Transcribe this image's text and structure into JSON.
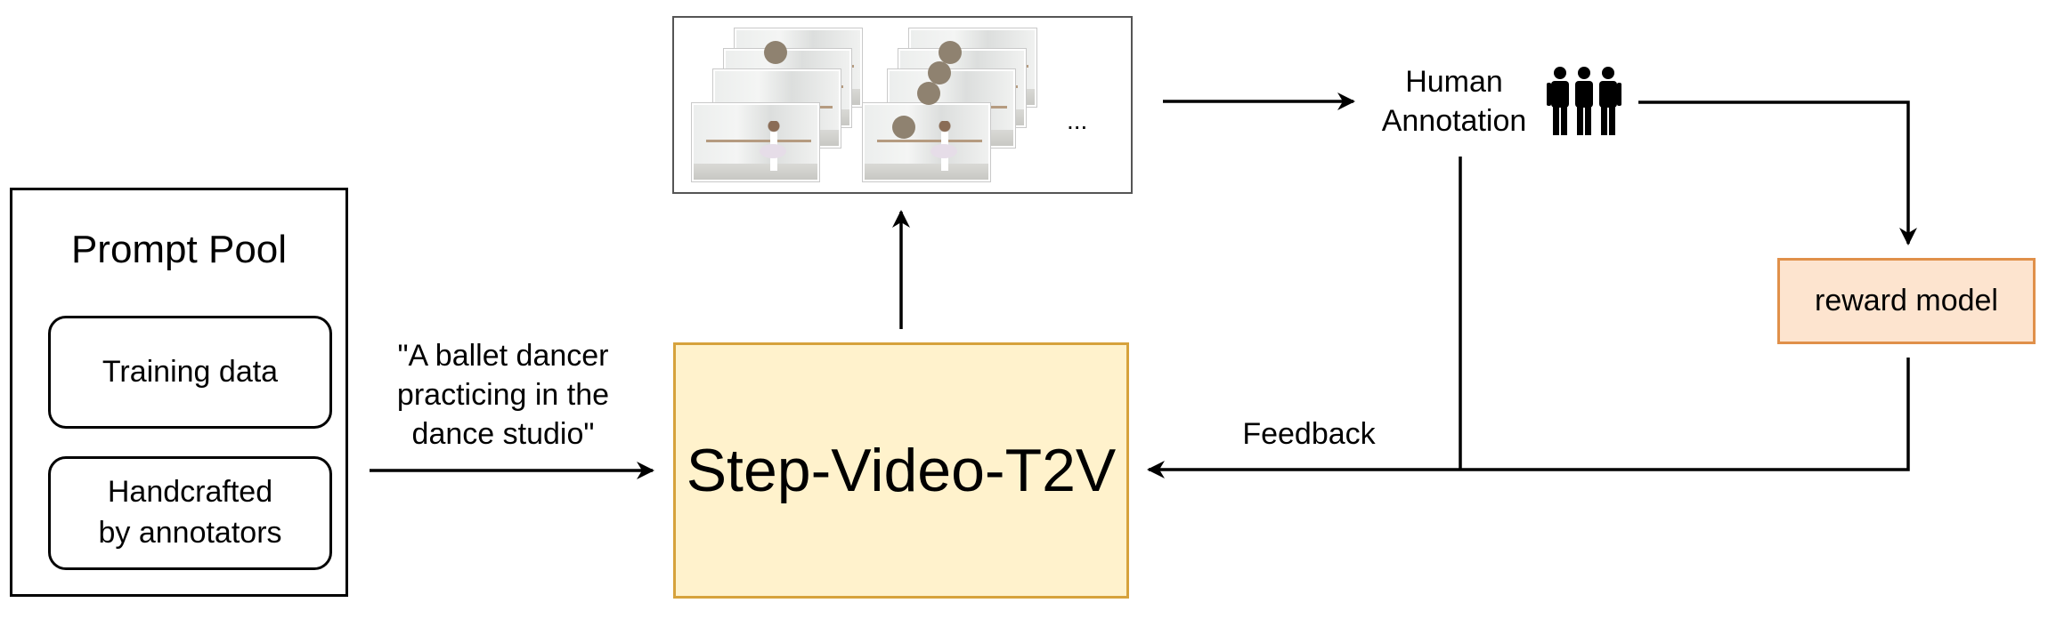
{
  "prompt_pool": {
    "title": "Prompt Pool",
    "items": [
      "Training data",
      "Handcrafted\nby annotators"
    ]
  },
  "prompt_text": "\"A ballet dancer\npracticing in the\ndance studio\"",
  "model_label": "Step-Video-T2V",
  "video_frames": {
    "ellipsis": "..."
  },
  "human_annotation": {
    "label": "Human\nAnnotation",
    "icon": "people-group-icon"
  },
  "reward_model_label": "reward model",
  "feedback_label": "Feedback",
  "colors": {
    "model_fill": "#fff2cc",
    "model_border": "#d6a23c",
    "reward_fill": "#fde4cf",
    "reward_border": "#e0904a"
  }
}
